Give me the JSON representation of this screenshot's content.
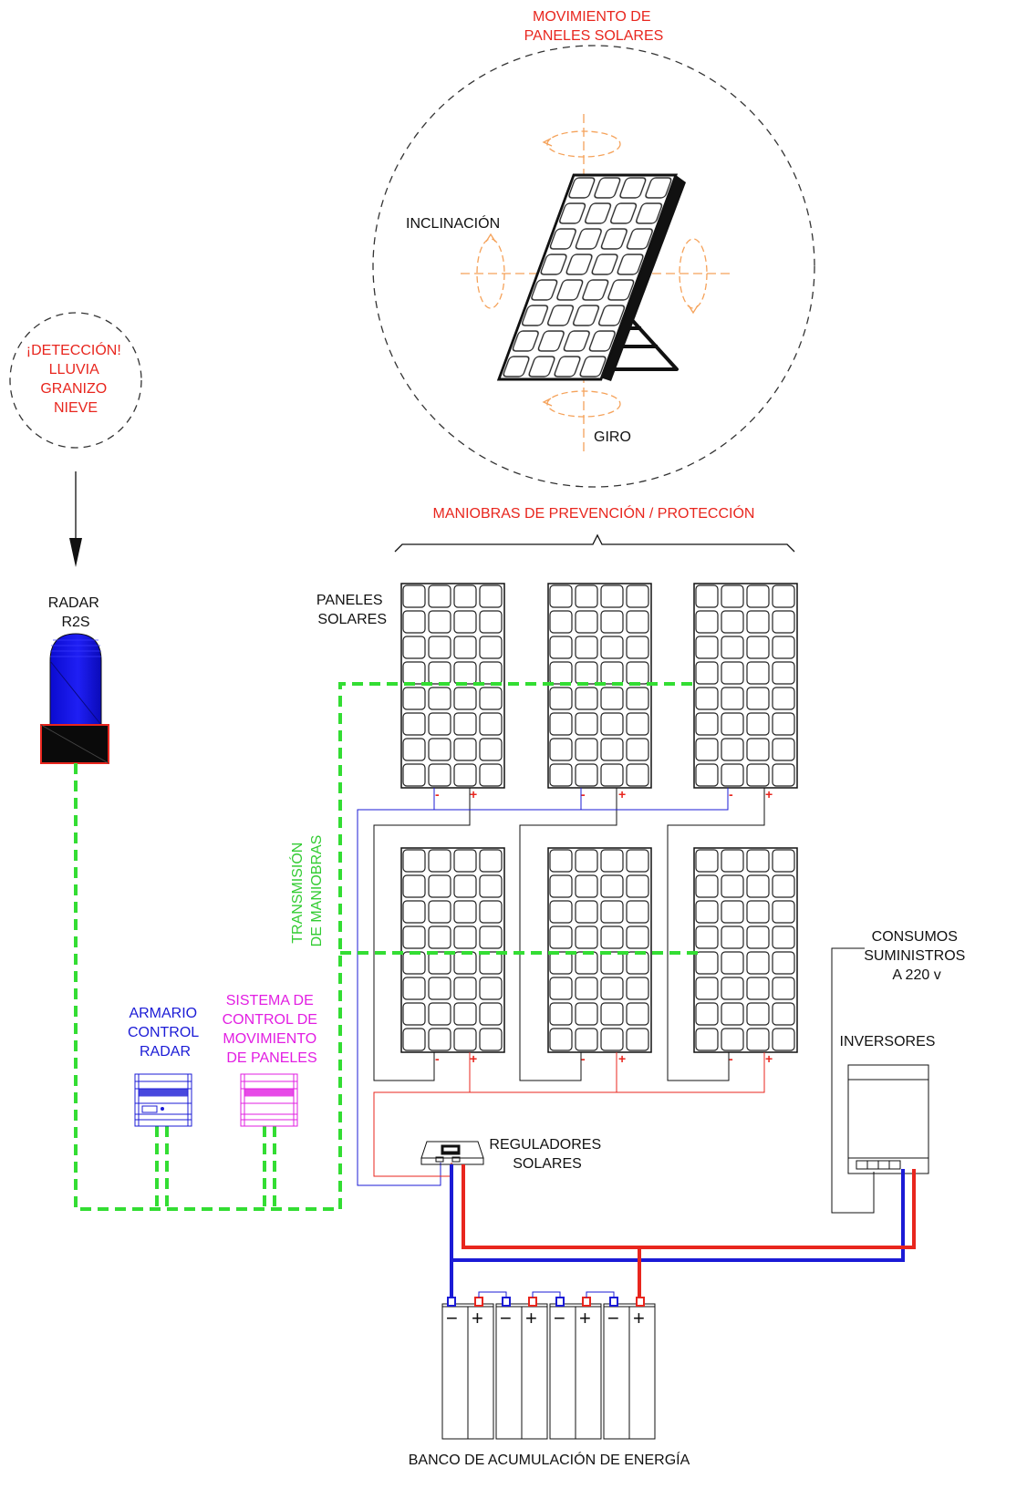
{
  "labels": {
    "movement_title": [
      "MOVIMIENTO DE",
      "PANELES SOLARES"
    ],
    "inclinacion": "INCLINACIÓN",
    "giro": "GIRO",
    "detection": [
      "¡DETECCIÓN!",
      "LLUVIA",
      "GRANIZO",
      "NIEVE"
    ],
    "maneuvers": "MANIOBRAS DE PREVENCIÓN / PROTECCIÓN",
    "radar": [
      "RADAR",
      "R2S"
    ],
    "paneles": [
      "PANELES",
      "SOLARES"
    ],
    "transmision": [
      "TRANSMISIÓN",
      "DE MANIOBRAS"
    ],
    "consumos": [
      "CONSUMOS",
      "SUMINISTROS",
      "A 220 v"
    ],
    "inversores": "INVERSORES",
    "armario": [
      "ARMARIO",
      "CONTROL",
      "RADAR"
    ],
    "sistema": [
      "SISTEMA DE",
      "CONTROL DE",
      "MOVIMIENTO",
      "DE PANELES"
    ],
    "reguladores": [
      "REGULADORES",
      "SOLARES"
    ],
    "banco": "BANCO DE ACUMULACIÓN DE ENERGÍA",
    "minus": "-",
    "plus": "+",
    "bat_minus": "−",
    "bat_plus": "+"
  },
  "colors": {
    "red": "#e8261e",
    "blue": "#1b1bd6",
    "magenta": "#e21ee2",
    "green": "#33dd33",
    "orange": "#f5a25a",
    "radar_blue": "#1010e0"
  }
}
